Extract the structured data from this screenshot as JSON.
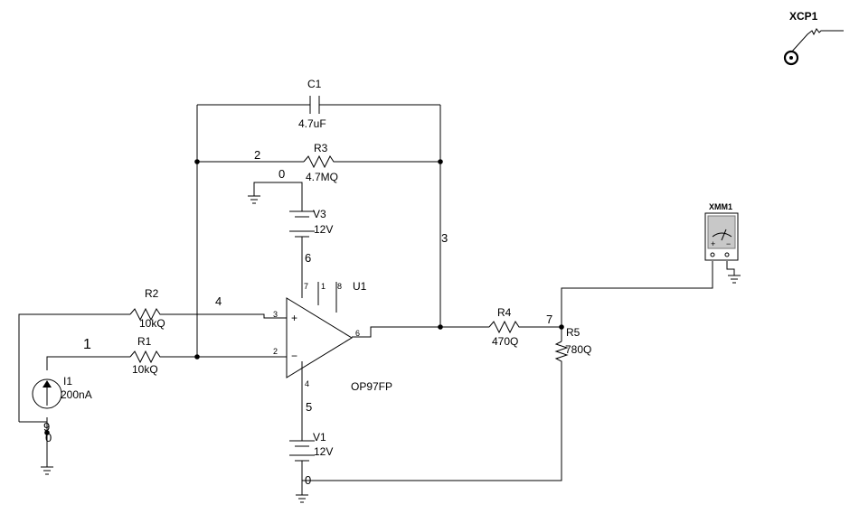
{
  "components": {
    "c1": {
      "ref": "C1",
      "value": "4.7uF"
    },
    "r3": {
      "ref": "R3",
      "value": "4.7MQ"
    },
    "r2": {
      "ref": "R2",
      "value": "10kQ"
    },
    "r1": {
      "ref": "R1",
      "value": "10kQ"
    },
    "r4": {
      "ref": "R4",
      "value": "470Q"
    },
    "r5": {
      "ref": "R5",
      "value": "780Q"
    },
    "v3": {
      "ref": "V3",
      "value": "12V"
    },
    "v1": {
      "ref": "V1",
      "value": "12V"
    },
    "i1": {
      "ref": "I1",
      "value": "200nA"
    },
    "u1": {
      "ref": "U1",
      "model": "OP97FP"
    },
    "xmm1": {
      "ref": "XMM1"
    },
    "xcp1": {
      "ref": "XCP1"
    }
  },
  "nets": {
    "n0a": "0",
    "n0b": "0",
    "n0c": "0",
    "n1": "1",
    "n2": "2",
    "n3": "3",
    "n4": "4",
    "n5": "5",
    "n6": "6",
    "n7": "7",
    "n9": "9"
  },
  "pins": {
    "p3": "3",
    "p2": "2",
    "p6": "6",
    "p7": "7",
    "p1": "1",
    "p8": "8",
    "p4": "4",
    "plus": "+",
    "minus": "−"
  },
  "meter": {
    "plus": "+",
    "minus": "−"
  }
}
